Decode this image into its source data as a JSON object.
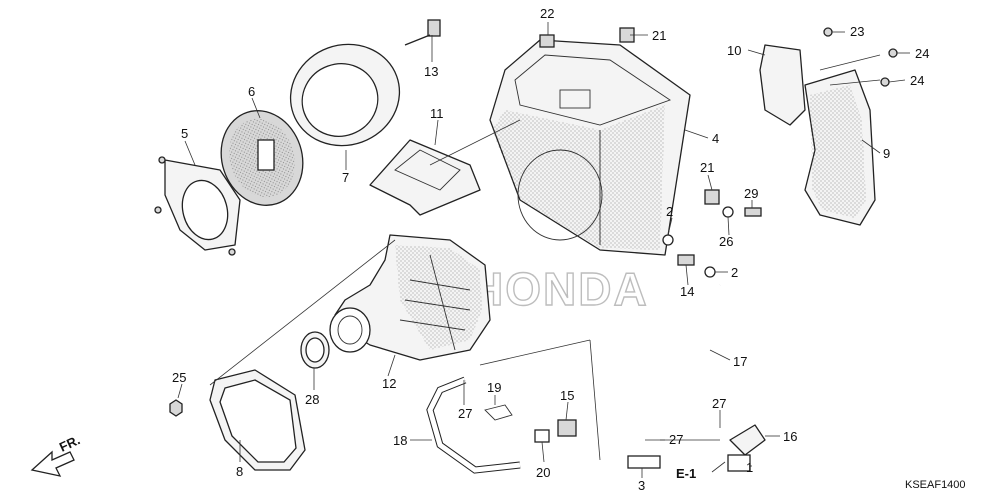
{
  "diagram": {
    "code": "KSEAF1400",
    "direction_label": "FR.",
    "ref_label": "E-1",
    "watermark": "HONDA",
    "callouts": [
      {
        "id": "c1",
        "label": "1"
      },
      {
        "id": "c2a",
        "label": "2"
      },
      {
        "id": "c2b",
        "label": "2"
      },
      {
        "id": "c3",
        "label": "3"
      },
      {
        "id": "c4",
        "label": "4"
      },
      {
        "id": "c5",
        "label": "5"
      },
      {
        "id": "c6",
        "label": "6"
      },
      {
        "id": "c7",
        "label": "7"
      },
      {
        "id": "c8",
        "label": "8"
      },
      {
        "id": "c9",
        "label": "9"
      },
      {
        "id": "c10",
        "label": "10"
      },
      {
        "id": "c11",
        "label": "11"
      },
      {
        "id": "c12",
        "label": "12"
      },
      {
        "id": "c13",
        "label": "13"
      },
      {
        "id": "c14",
        "label": "14"
      },
      {
        "id": "c15",
        "label": "15"
      },
      {
        "id": "c16",
        "label": "16"
      },
      {
        "id": "c17",
        "label": "17"
      },
      {
        "id": "c18",
        "label": "18"
      },
      {
        "id": "c19",
        "label": "19"
      },
      {
        "id": "c20",
        "label": "20"
      },
      {
        "id": "c21a",
        "label": "21"
      },
      {
        "id": "c21b",
        "label": "21"
      },
      {
        "id": "c22",
        "label": "22"
      },
      {
        "id": "c23",
        "label": "23"
      },
      {
        "id": "c24a",
        "label": "24"
      },
      {
        "id": "c24b",
        "label": "24"
      },
      {
        "id": "c25",
        "label": "25"
      },
      {
        "id": "c26",
        "label": "26"
      },
      {
        "id": "c27a",
        "label": "27"
      },
      {
        "id": "c27b",
        "label": "27"
      },
      {
        "id": "c27c",
        "label": "27"
      },
      {
        "id": "c28",
        "label": "28"
      },
      {
        "id": "c29",
        "label": "29"
      }
    ]
  }
}
